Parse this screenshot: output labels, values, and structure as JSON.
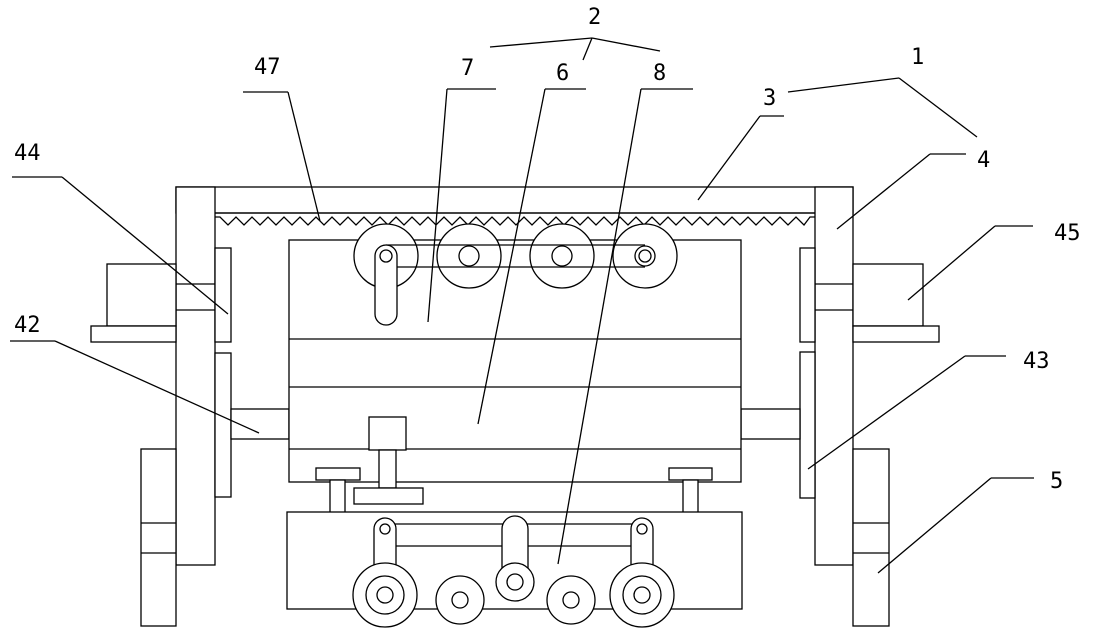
{
  "labels": {
    "l1": "1",
    "l2": "2",
    "l3": "3",
    "l4": "4",
    "l5": "5",
    "l6": "6",
    "l7": "7",
    "l8": "8",
    "l42": "42",
    "l43": "43",
    "l44": "44",
    "l45": "45",
    "l47": "47"
  }
}
